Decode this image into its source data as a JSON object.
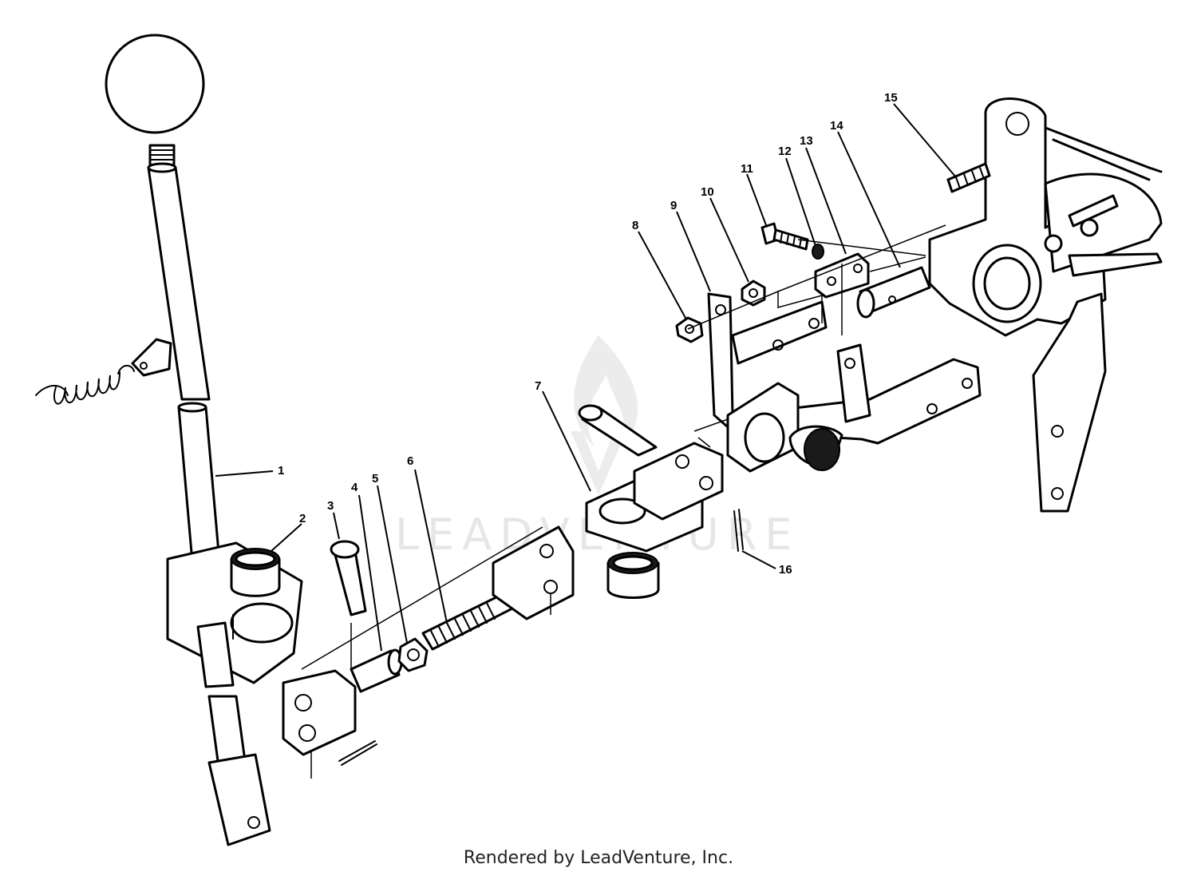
{
  "diagram": {
    "callouts": [
      "1",
      "2",
      "3",
      "4",
      "5",
      "6",
      "7",
      "8",
      "9",
      "10",
      "11",
      "12",
      "13",
      "14",
      "15",
      "16"
    ],
    "watermark": "LEADVENTURE",
    "footer": "Rendered by LeadVenture, Inc."
  }
}
